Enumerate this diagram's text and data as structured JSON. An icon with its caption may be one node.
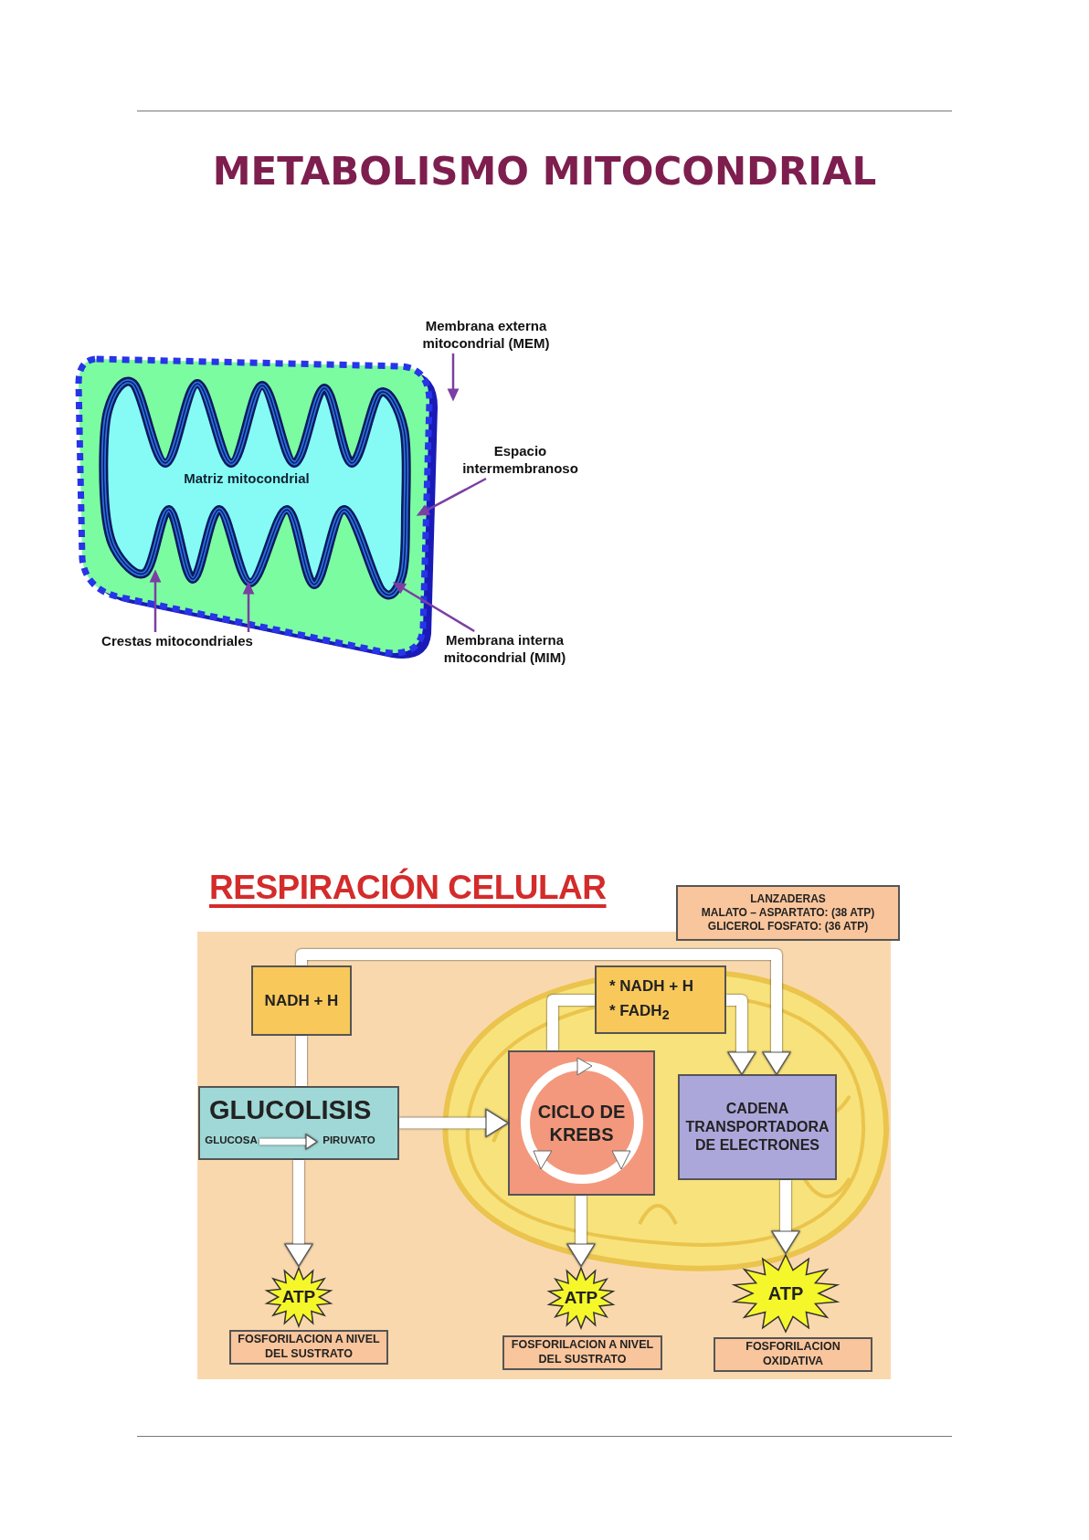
{
  "diagram": {
    "title": "METABOLISMO MITOCONDRIAL",
    "nodes": [
      {
        "text": [
          "Membrana externa mitocondrial (MEM)"
        ]
      },
      {
        "text": [
          "Espacio intermembranoso"
        ]
      },
      {
        "text": [
          "Membrana interna mitocondrial (MIM)"
        ]
      },
      {
        "text": [
          "Crestas mitocondriales"
        ]
      },
      {
        "text": [
          "LANZADERAS",
          "MALATO – ASPARTATO: (38 ATP)",
          "GLICEROL FOSFATO: (36 ATP)"
        ]
      },
      {
        "text": [
          "NADH + H"
        ]
      },
      {
        "text": [
          "* NADH + H",
          "* FADH$_{2}$"
        ]
      },
      {
        "text": [
          "GLUCOLISIS"
        ]
      },
      {
        "text": [
          "GLUCOSA"
        ],
        "in": 7
      },
      {
        "text": [
          "PIRUVATO"
        ],
        "in": 7
      },
      {
        "text": [
          "CICLO DE KREBS"
        ]
      },
      {
        "text": [
          "CADENA TRANSPORTADORA DE ELECTRONES"
        ]
      },
      {
        "text": [
          "ATP"
        ]
      },
      {
        "text": [
          "FOSFORILACION A NIVEL DEL SUSTRATO"
        ]
      },
      {
        "text": [
          "ATP"
        ]
      },
      {
        "text": [
          "FOSFORILACION A NIVEL DEL SUSTRATO"
        ]
      },
      {
        "text": [
          "ATP"
        ]
      },
      {
        "text": [
          "FOSFORILACION OXIDATIVA"
        ]
      },
      {
        "text": [],
        "shape": "picture"
      }
    ],
    "edges": [
      {
        "from": 0,
        "to": 18,
        "arrow": "to",
        "color": "#7b3fa3"
      },
      {
        "from": 1,
        "to": 18,
        "arrow": "to",
        "color": "#7b3fa3"
      },
      {
        "from": 2,
        "to": 18,
        "arrow": "to",
        "color": "#7b3fa3"
      },
      {
        "from": 3,
        "to": 18,
        "arrow": "to",
        "color": "#7b3fa3"
      },
      {
        "from": 3,
        "to": 18,
        "arrow": "to",
        "color": "#7b3fa3"
      },
      {
        "from": 8,
        "to": 9,
        "arrow": "to"
      },
      {
        "from": 7,
        "to": 10,
        "arrow": "to"
      },
      {
        "from": 7,
        "to": 5,
        "arrow": "none"
      },
      {
        "from": 5,
        "to": 11,
        "arrow": "to"
      },
      {
        "from": 10,
        "to": 6,
        "arrow": "none"
      },
      {
        "from": 6,
        "to": 11,
        "arrow": "to"
      },
      {
        "from": 7,
        "to": 12,
        "arrow": "to"
      },
      {
        "from": 10,
        "to": 14,
        "arrow": "to"
      },
      {
        "from": 11,
        "to": 16,
        "arrow": "to"
      }
    ],
    "labels": [
      "Matriz mitocondrial",
      "RESPIRACIÓN CELULAR"
    ]
  }
}
